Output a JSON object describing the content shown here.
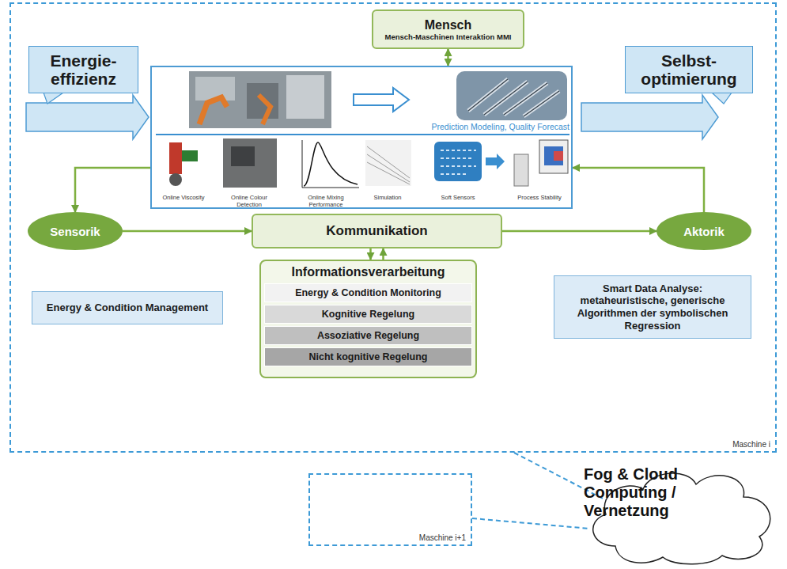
{
  "diagram": {
    "nodes": [
      {
        "text": [
          "Maschine i"
        ]
      },
      {
        "text": [
          "Mensch",
          "Mensch-Maschinen Interaktion MMI"
        ],
        "in": 0
      },
      {
        "text": [
          "Energie-effizienz"
        ],
        "in": 0
      },
      {
        "text": [
          "Prediction Modeling, Quality Forecast",
          "Online Viscosity",
          "Online Colour Detection",
          "Online Mixing Performance",
          "Simulation",
          "Soft Sensors",
          "Process Stability"
        ],
        "in": 0
      },
      {
        "text": [
          "Selbst-optimierung"
        ],
        "in": 0
      },
      {
        "text": [
          "Sensorik"
        ],
        "in": 0
      },
      {
        "text": [
          "Kommunikation"
        ],
        "in": 0
      },
      {
        "text": [
          "Aktorik"
        ],
        "in": 0
      },
      {
        "text": [
          "Energy & Condition Management"
        ],
        "in": 0
      },
      {
        "text": [
          "Informationsverarbeitung"
        ],
        "in": 0
      },
      {
        "text": [
          "Energy & Condition Monitoring"
        ],
        "in": 9
      },
      {
        "text": [
          "Kognitive Regelung"
        ],
        "in": 9
      },
      {
        "text": [
          "Assoziative Regelung"
        ],
        "in": 9
      },
      {
        "text": [
          "Nicht kognitive Regelung"
        ],
        "in": 9
      },
      {
        "text": [
          "Smart Data Analyse: metaheuristische, generische Algorithmen der symbolischen Regression"
        ],
        "in": 0
      },
      {
        "text": [
          "Maschine i+1"
        ]
      },
      {
        "text": [
          "Fog & Cloud Computing / Vernetzung"
        ]
      }
    ],
    "edges": [
      {
        "from": 1,
        "to": 3,
        "arrow": "both"
      },
      {
        "from": 3,
        "to": 5,
        "arrow": "to"
      },
      {
        "from": 7,
        "to": 3,
        "arrow": "to"
      },
      {
        "from": 5,
        "to": 6,
        "arrow": "to"
      },
      {
        "from": 6,
        "to": 7,
        "arrow": "to"
      },
      {
        "from": 6,
        "to": 9,
        "arrow": "to"
      },
      {
        "from": 9,
        "to": 6,
        "arrow": "to"
      },
      {
        "from": 0,
        "to": 16,
        "arrow": "none"
      },
      {
        "from": 15,
        "to": 16,
        "arrow": "none"
      }
    ]
  }
}
